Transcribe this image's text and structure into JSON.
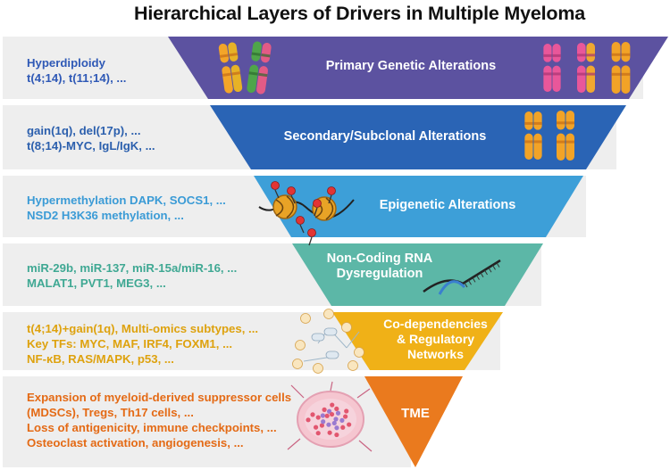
{
  "title": "Hierarchical Layers of Drivers in Multiple Myeloma",
  "layers": [
    {
      "title": "Primary Genetic Alterations",
      "title_lines": [
        "Primary Genetic Alterations"
      ],
      "color": "#5c52a0",
      "text_color": "#2f59b6",
      "details": [
        "Hyperdiploidy",
        "t(4;14), t(11;14), ..."
      ],
      "illustration": "chromosomes-icon"
    },
    {
      "title": "Secondary/Subclonal Alterations",
      "title_lines": [
        "Secondary/Subclonal Alterations"
      ],
      "color": "#2a64b5",
      "text_color": "#2b5fad",
      "details": [
        "gain(1q), del(17p), ...",
        "t(8;14)-MYC, IgL/IgK, ..."
      ],
      "illustration": "chromosomes-icon"
    },
    {
      "title": "Epigenetic Alterations",
      "title_lines": [
        "Epigenetic Alterations"
      ],
      "color": "#3d9fd8",
      "text_color": "#3b9bd6",
      "details": [
        "Hypermethylation DAPK, SOCS1, ...",
        "NSD2 H3K36 methylation, ..."
      ],
      "illustration": "nucleosome-icon"
    },
    {
      "title": "Non-Coding RNA Dysregulation",
      "title_lines": [
        "Non-Coding RNA",
        "Dysregulation"
      ],
      "color": "#5cb7a7",
      "text_color": "#3fa893",
      "details": [
        "miR-29b, miR-137, miR-15a/miR-16, ...",
        "MALAT1, PVT1, MEG3, ..."
      ],
      "illustration": "rna-strand-icon"
    },
    {
      "title": "Co-dependencies & Regulatory Networks",
      "title_lines": [
        "Co-dependencies",
        "& Regulatory",
        "Networks"
      ],
      "color": "#f0b117",
      "text_color": "#dea20e",
      "details": [
        "t(4;14)+gain(1q), Multi-omics subtypes, ...",
        "Key TFs: MYC, MAF, IRF4, FOXM1, ...",
        "NF-κB, RAS/MAPK, p53, ..."
      ],
      "illustration": "network-icon"
    },
    {
      "title": "TME",
      "title_lines": [
        "TME"
      ],
      "color": "#ea7a1e",
      "text_color": "#e46a15",
      "details": [
        "Expansion of myeloid-derived suppressor cells",
        "(MDSCs), Tregs, Th17 cells, ...",
        "Loss of antigenicity, immune checkpoints, ...",
        "Osteoclast activation, angiogenesis, ..."
      ],
      "illustration": "bone-marrow-icon"
    }
  ]
}
